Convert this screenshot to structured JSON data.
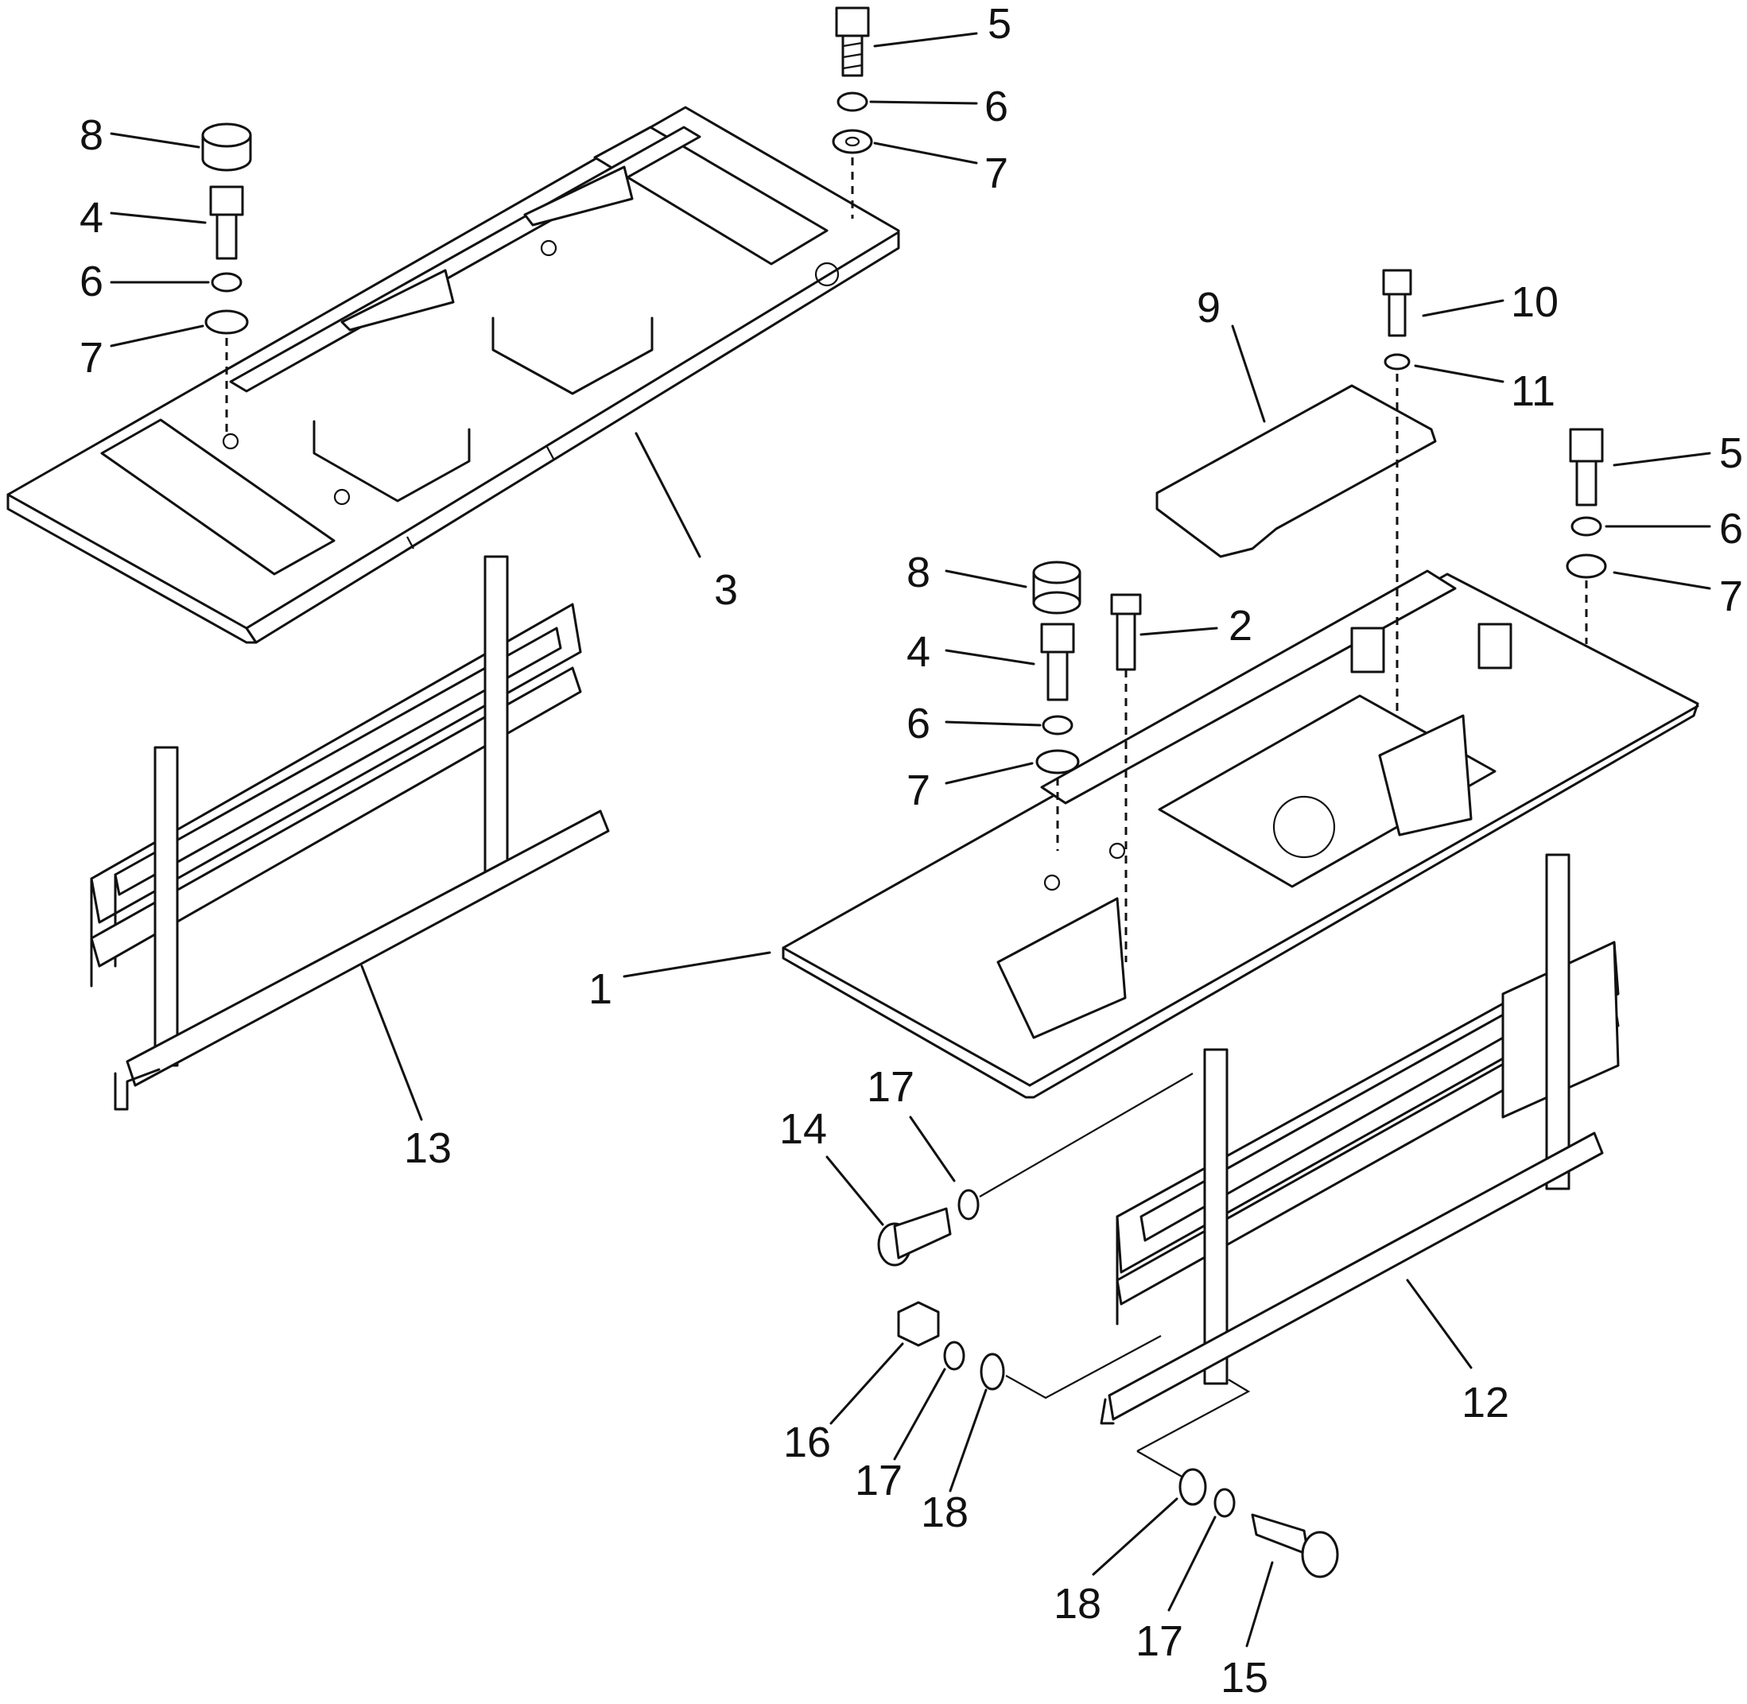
{
  "callouts": [
    {
      "id": "c5a",
      "label": "5"
    },
    {
      "id": "c6a",
      "label": "6"
    },
    {
      "id": "c7a",
      "label": "7"
    },
    {
      "id": "c8a",
      "label": "8"
    },
    {
      "id": "c4a",
      "label": "4"
    },
    {
      "id": "c6b",
      "label": "6"
    },
    {
      "id": "c7b",
      "label": "7"
    },
    {
      "id": "c3",
      "label": "3"
    },
    {
      "id": "c9",
      "label": "9"
    },
    {
      "id": "c10",
      "label": "10"
    },
    {
      "id": "c11",
      "label": "11"
    },
    {
      "id": "c5b",
      "label": "5"
    },
    {
      "id": "c6c",
      "label": "6"
    },
    {
      "id": "c7c",
      "label": "7"
    },
    {
      "id": "c8b",
      "label": "8"
    },
    {
      "id": "c4b",
      "label": "4"
    },
    {
      "id": "c2",
      "label": "2"
    },
    {
      "id": "c6d",
      "label": "6"
    },
    {
      "id": "c7d",
      "label": "7"
    },
    {
      "id": "c1",
      "label": "1"
    },
    {
      "id": "c13",
      "label": "13"
    },
    {
      "id": "c17a",
      "label": "17"
    },
    {
      "id": "c14",
      "label": "14"
    },
    {
      "id": "c12",
      "label": "12"
    },
    {
      "id": "c16",
      "label": "16"
    },
    {
      "id": "c17b",
      "label": "17"
    },
    {
      "id": "c18a",
      "label": "18"
    },
    {
      "id": "c18b",
      "label": "18"
    },
    {
      "id": "c17c",
      "label": "17"
    },
    {
      "id": "c15",
      "label": "15"
    }
  ]
}
